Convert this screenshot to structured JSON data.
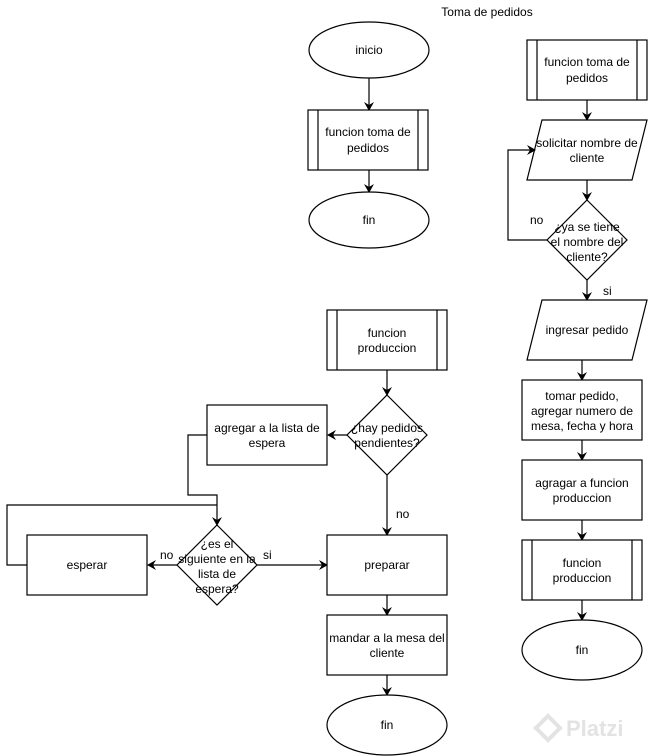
{
  "title": "Toma de pedidos",
  "main_flow": {
    "start": "inicio",
    "call": [
      "funcion toma de",
      "pedidos"
    ],
    "end": "fin"
  },
  "toma_de_pedidos": {
    "header": [
      "funcion toma de",
      "pedidos"
    ],
    "input_name": [
      "solicitar nombre de",
      "cliente"
    ],
    "decision": [
      "¿ya se tiene",
      "el nombre del",
      "cliente?"
    ],
    "label_no": "no",
    "label_si": "si",
    "input_order": "ingresar pedido",
    "take_order": [
      "tomar pedido,",
      "agregar numero de",
      "mesa, fecha y hora"
    ],
    "add_to_production": [
      "agragar a funcion",
      "produccion"
    ],
    "call_production": [
      "funcion",
      "produccion"
    ],
    "end": "fin"
  },
  "produccion": {
    "header": [
      "funcion",
      "produccion"
    ],
    "decision_pending": [
      "¿hay pedidos",
      "pendientes?"
    ],
    "add_waitlist": [
      "agregar a la lista de",
      "espera"
    ],
    "decision_next": [
      "¿es el",
      "siguiente en la",
      "lista de",
      "espera?"
    ],
    "label_no_pending": "no",
    "label_no_next": "no",
    "label_si_next": "si",
    "wait": "esperar",
    "prepare": "preparar",
    "send": [
      "mandar a la mesa del",
      "cliente"
    ],
    "end": "fin"
  },
  "watermark": "Platzi"
}
